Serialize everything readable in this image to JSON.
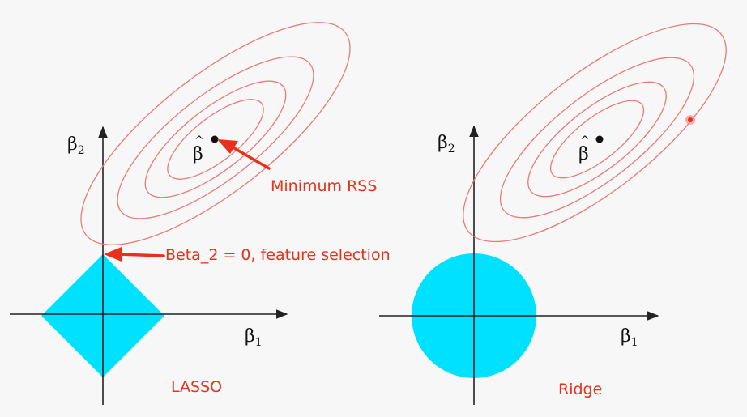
{
  "colors": {
    "background": "#f7f7f7",
    "constraint_fill": "#00e1ff",
    "contour_stroke": "#e87a7a",
    "axis": "#222222",
    "annotation": "#e8301c"
  },
  "panels": {
    "lasso": {
      "x_axis_label": "β",
      "x_axis_sub": "1",
      "y_axis_label": "β",
      "y_axis_sub": "2",
      "estimate_label": "β",
      "estimate_hat": "^",
      "caption": "LASSO",
      "constraint_shape": "diamond"
    },
    "ridge": {
      "x_axis_label": "β",
      "x_axis_sub": "1",
      "y_axis_label": "β",
      "y_axis_sub": "2",
      "estimate_label": "β",
      "estimate_hat": "^",
      "caption": "Ridge",
      "constraint_shape": "circle"
    }
  },
  "annotations": {
    "minimum_rss": "Minimum RSS",
    "feature_selection": "Beta_2  = 0, feature selection"
  },
  "cursor_icon": "pointer-highlight-icon"
}
